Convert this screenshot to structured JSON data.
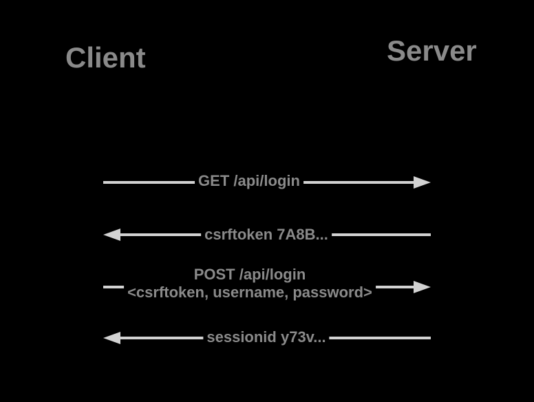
{
  "diagram": {
    "type": "sequence-diagram",
    "colors": {
      "background": "#000000",
      "text": "#8a8a8a",
      "arrow": "#d2d2d2"
    },
    "actors": [
      {
        "id": "client",
        "label": "Client"
      },
      {
        "id": "server",
        "label": "Server"
      }
    ],
    "messages": [
      {
        "from": "client",
        "to": "server",
        "direction": "right",
        "label": "GET /api/login"
      },
      {
        "from": "server",
        "to": "client",
        "direction": "left",
        "label": "csrftoken 7A8B..."
      },
      {
        "from": "client",
        "to": "server",
        "direction": "right",
        "label": "POST /api/login",
        "label_line2": "<csrftoken, username, password>"
      },
      {
        "from": "server",
        "to": "client",
        "direction": "left",
        "label": "sessionid y73v..."
      }
    ]
  }
}
